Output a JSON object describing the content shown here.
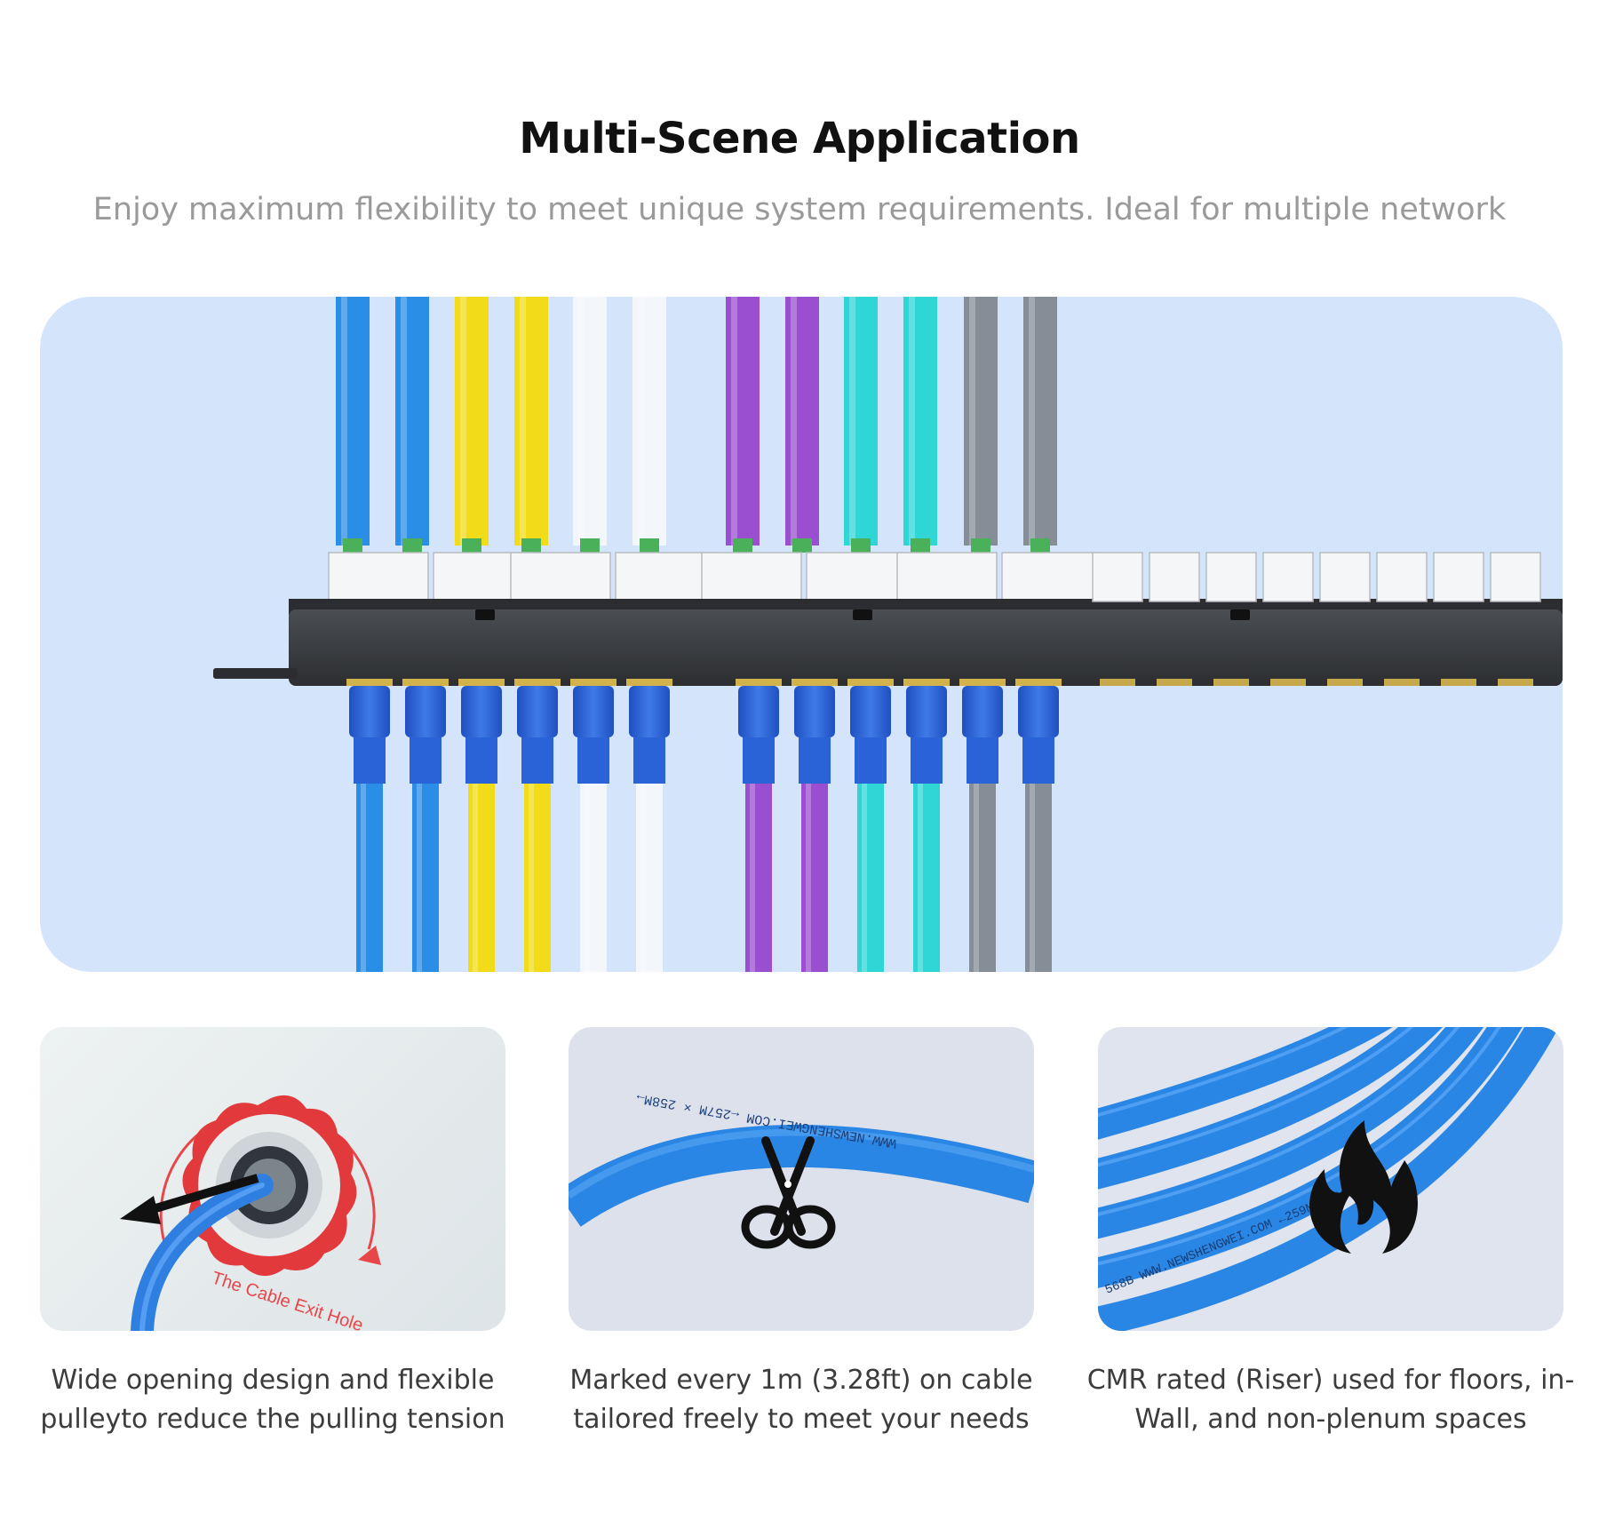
{
  "header": {
    "title": "Multi-Scene Application",
    "subtitle": "Enjoy maximum flexibility to meet unique system requirements. Ideal for multiple network"
  },
  "hero": {
    "cable_colors": [
      "#2b8ee6",
      "#2b8ee6",
      "#f2dc1a",
      "#f2dc1a",
      "#f3f6fb",
      "#f3f6fb",
      "#9a4fd0",
      "#9a4fd0",
      "#2fd6d6",
      "#2fd6d6",
      "#858d96",
      "#858d96"
    ],
    "plug_color": "#2a63d8",
    "panel_color": "#3a3d42"
  },
  "cards": [
    {
      "caption_line1": "Wide opening design and flexible",
      "caption_line2": "pulleyto reduce the pulling tension",
      "photo_label": "The Cable Exit Hole",
      "icon": "arrow-icon"
    },
    {
      "caption_line1": "Marked every 1m (3.28ft) on cable",
      "caption_line2": "tailored freely to meet your needs",
      "photo_label": "WWW.NEWSHENGWEI.COM ←257M × 258M→",
      "icon": "scissors-icon"
    },
    {
      "caption_line1": "CMR rated (Riser) used for floors, in-",
      "caption_line2": "Wall, and non-plenum spaces",
      "photo_label": "568B WWW.NEWSHENGWEI.COM ←259M × 260M→",
      "icon": "flame-icon"
    }
  ]
}
